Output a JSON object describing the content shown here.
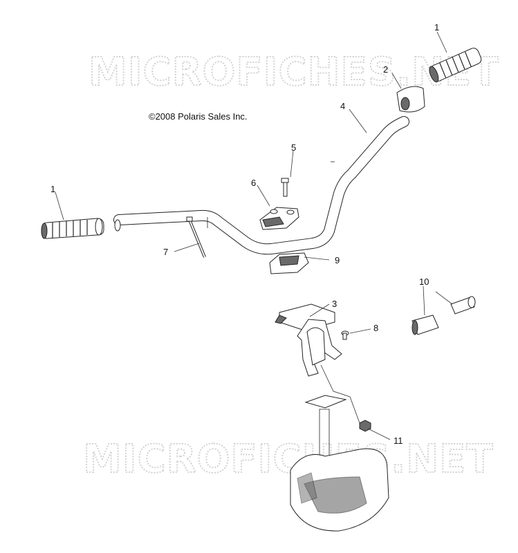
{
  "watermark": {
    "top": "MICROFICHES.NET",
    "bottom": "MICROFICHES.NET"
  },
  "copyright": "©2008 Polaris Sales Inc.",
  "callouts": {
    "grip_right": "1",
    "grip_left": "1",
    "cover": "2",
    "bracket": "3",
    "handlebar": "4",
    "bolt": "5",
    "clamp_upper": "6",
    "rod": "7",
    "screw": "8",
    "clamp_lower": "9",
    "throttle_tube": "10",
    "nut": "11"
  }
}
